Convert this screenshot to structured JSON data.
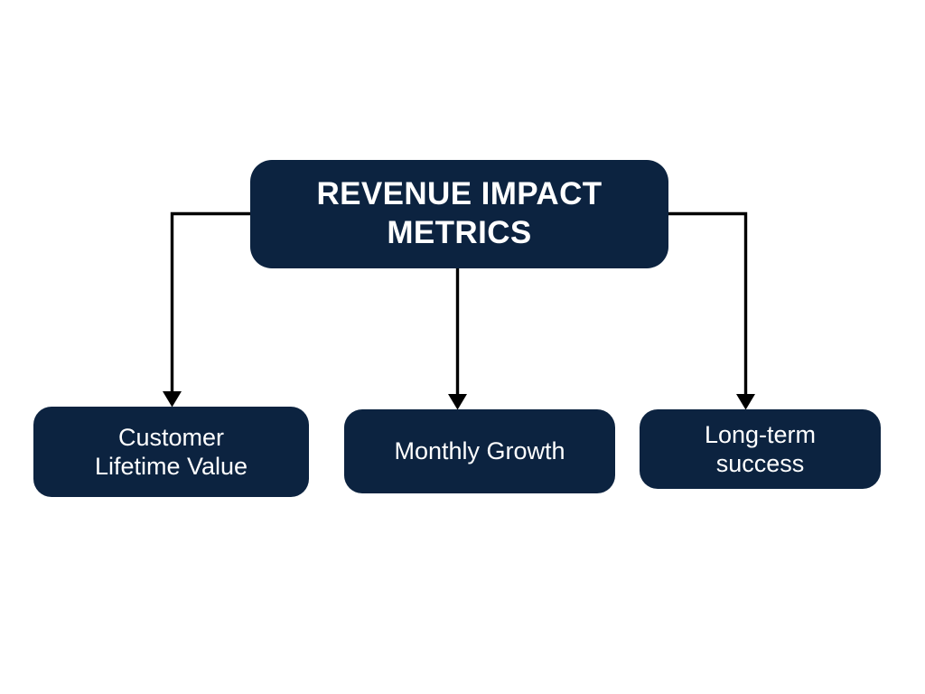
{
  "diagram": {
    "type": "hierarchy-tree",
    "background_color": "#ffffff",
    "node_fill_color": "#0c2340",
    "node_text_color": "#ffffff",
    "connector_color": "#000000",
    "root": {
      "label": "REVENUE IMPACT METRICS",
      "label_line_1": "REVENUE IMPACT",
      "label_line_2": "METRICS"
    },
    "children": [
      {
        "label": "Customer\nLifetime Value",
        "label_line_1": "Customer",
        "label_line_2": "Lifetime Value"
      },
      {
        "label": "Monthly Growth",
        "label_line_1": "Monthly Growth",
        "label_line_2": ""
      },
      {
        "label": "Long-term\nsuccess",
        "label_line_1": "Long-term",
        "label_line_2": "success"
      }
    ],
    "connectors": [
      {
        "name": "root-to-customer-lifetime-value",
        "style": "elbow-left",
        "arrowhead": "filled-triangle"
      },
      {
        "name": "root-to-monthly-growth",
        "style": "straight-down",
        "arrowhead": "filled-triangle"
      },
      {
        "name": "root-to-long-term-success",
        "style": "elbow-right",
        "arrowhead": "filled-triangle"
      }
    ]
  }
}
